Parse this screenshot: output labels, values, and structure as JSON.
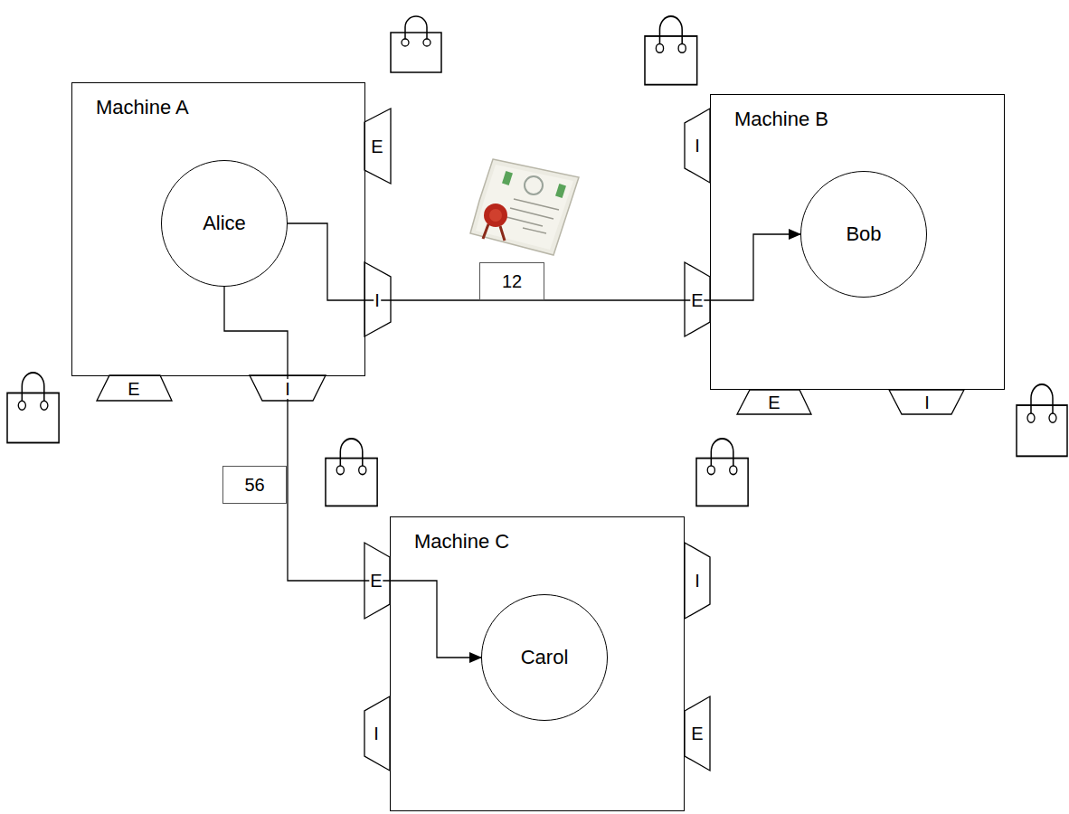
{
  "diagram": {
    "nodes": [
      {
        "text": [
          "Machine A"
        ]
      },
      {
        "text": [
          "Alice"
        ],
        "in": 0
      },
      {
        "text": [
          "Machine B"
        ]
      },
      {
        "text": [
          "Bob"
        ],
        "in": 2
      },
      {
        "text": [
          "Machine C"
        ]
      },
      {
        "text": [
          "Carol"
        ],
        "in": 4
      }
    ],
    "edges": [
      {
        "from": 1,
        "to": 3,
        "arrow": "to",
        "label": "12"
      },
      {
        "from": 1,
        "to": 5,
        "arrow": "to",
        "label": "56"
      }
    ],
    "labels": [
      "E",
      "I",
      "E",
      "I",
      "I",
      "E",
      "E",
      "I",
      "E",
      "I",
      "I",
      "E"
    ]
  }
}
